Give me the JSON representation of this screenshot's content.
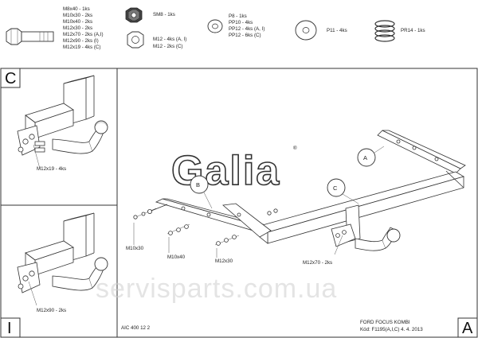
{
  "parts": {
    "bolts": [
      "M8x40 - 1ks",
      "M10x30 - 2ks",
      "M10x40 - 2ks",
      "M12x30 - 2ks",
      "M12x70 - 2ks (A,I)",
      "M12x90 - 2ks (I)",
      "M12x19 - 4ks (C)"
    ],
    "nut_sm8": "SM8 - 1ks",
    "nuts_m12": [
      "M12 - 4ks (A, I)",
      "M12 - 2ks (C)"
    ],
    "washers": [
      "P8 - 1ks",
      "PP10 - 4ks",
      "PP12 - 4ks (A, I)",
      "PP12 - 6ks (C)"
    ],
    "washer_p11": "P11 - 4ks",
    "spring_pr14": "PR14 - 1ks"
  },
  "panels": {
    "c_letter": "C",
    "c_callout": "M12x19 - 4ks",
    "i_letter": "I",
    "i_callout": "M12x90 - 2ks",
    "a_letter": "A"
  },
  "main": {
    "logo": "Galia",
    "logo_mark": "®",
    "labels": {
      "a": "A",
      "b": "B",
      "c": "C"
    },
    "callouts": {
      "m10x30": "M10x30",
      "m10x40": "M10x40",
      "m12x30": "M12x30",
      "m12x70": "M12x70 - 2ks"
    }
  },
  "footer": {
    "code": "AIC 400 12 2",
    "model": "FORD FOCUS KOMBI",
    "kod": "Kód: F1195(A,I,C)  4. 4. 2013"
  },
  "watermark": "servisparts.com.ua"
}
